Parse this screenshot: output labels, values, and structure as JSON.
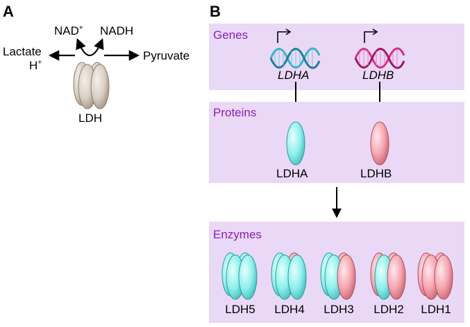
{
  "panel_a": {
    "letter": "A",
    "substrate_left": "Lactate",
    "proton": "H",
    "proton_sup": "+",
    "cofactor_in": "NAD",
    "cofactor_in_sup": "+",
    "cofactor_out": "NADH",
    "product_right": "Pyruvate",
    "enzyme": "LDH"
  },
  "panel_b": {
    "letter": "B",
    "sections": {
      "genes": "Genes",
      "proteins": "Proteins",
      "enzymes": "Enzymes"
    },
    "genes": [
      {
        "label": "LDHA",
        "color": "#3ab0c8"
      },
      {
        "label": "LDHB",
        "color": "#d8308a"
      }
    ],
    "proteins": [
      {
        "label": "LDHA",
        "color": "#8ff0ec"
      },
      {
        "label": "LDHB",
        "color": "#f4a6b0"
      }
    ],
    "isozymes": [
      {
        "label": "LDH5",
        "a_subunits": 4
      },
      {
        "label": "LDH4",
        "a_subunits": 3
      },
      {
        "label": "LDH3",
        "a_subunits": 2
      },
      {
        "label": "LDH2",
        "a_subunits": 1
      },
      {
        "label": "LDH1",
        "a_subunits": 0
      }
    ]
  },
  "colors": {
    "box_bg": "#ead8f7",
    "section_text": "#8a1fb8",
    "ldha_fill": "#8ff0ec",
    "ldhb_fill": "#f4a6b0",
    "ldh_fill": "#d9cfc4"
  }
}
